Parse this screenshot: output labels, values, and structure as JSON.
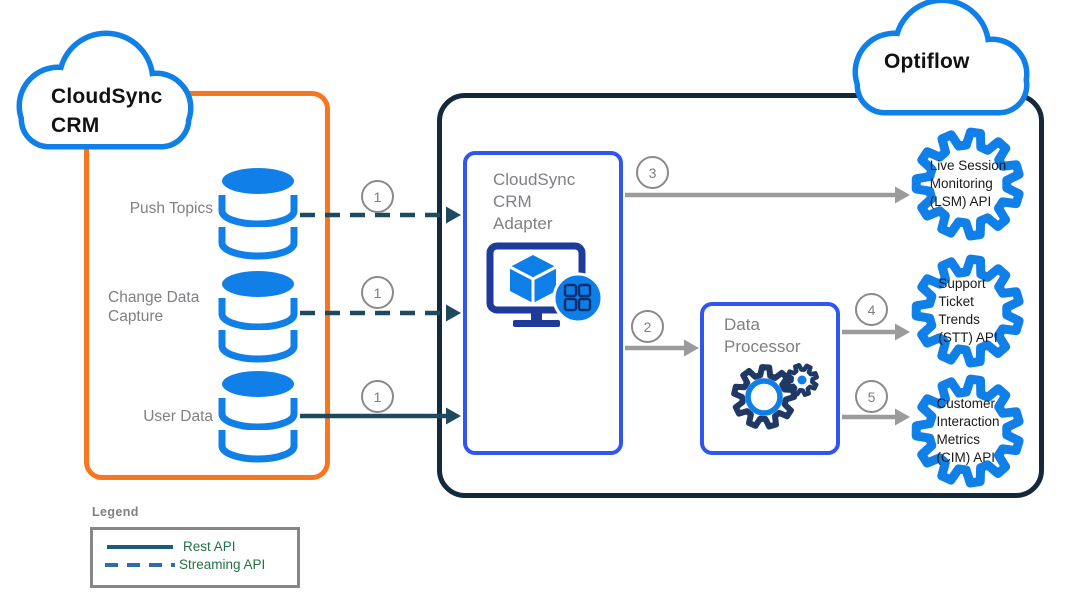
{
  "diagram": {
    "source_cloud": {
      "title": "CloudSync\nCRM"
    },
    "target_cloud": {
      "title": "Optiflow"
    },
    "sources": [
      {
        "label": "Push Topics"
      },
      {
        "label": "Change Data\nCapture"
      },
      {
        "label": "User Data"
      }
    ],
    "adapter": {
      "label": "CloudSync\nCRM\nAdapter"
    },
    "processor": {
      "label": "Data\nProcessor"
    },
    "apis": [
      {
        "label": "Live Session\nMonitoring\n(LSM) API"
      },
      {
        "label": "Support\nTicket\nTrends\n(STT) API"
      },
      {
        "label": "Customer\nInteraction\nMetrics\n(CIM) API"
      }
    ],
    "steps": {
      "push_topics": "1",
      "change_data_capture": "1",
      "user_data": "1",
      "adapter_to_lsm": "3",
      "adapter_to_processor": "2",
      "processor_to_stt": "4",
      "processor_to_cim": "5"
    },
    "legend": {
      "title": "Legend",
      "items": [
        {
          "label": "Rest API",
          "line_style": "solid",
          "color": "#1A5C80"
        },
        {
          "label": "Streaming API",
          "line_style": "dashed",
          "color": "#2E6DA8"
        }
      ]
    },
    "colors": {
      "brand_blue": "#1080E8",
      "component_border_blue": "#3056F0",
      "container_navy": "#15293C",
      "container_orange": "#F8761F",
      "rest_arrow_teal": "#1D4A5E",
      "streaming_arrow_teal": "#1D4A5E",
      "flow_arrow_gray": "#9B9B9B",
      "step_circle_gray": "#8A8A8A",
      "label_gray": "#7E8084",
      "legend_text_green": "#217346"
    }
  }
}
